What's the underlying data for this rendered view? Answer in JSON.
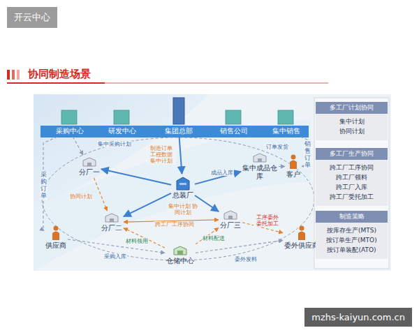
{
  "diagram": {
    "title": "协同制造场景",
    "nodes": [
      {
        "text": [
          "采购中心"
        ]
      },
      {
        "text": [
          "研发中心"
        ]
      },
      {
        "text": [
          "集团总部"
        ]
      },
      {
        "text": [
          "销售公司"
        ]
      },
      {
        "text": [
          "集中销售"
        ]
      },
      {
        "text": [
          "分厂一"
        ]
      },
      {
        "text": [
          "集中成品仓库"
        ]
      },
      {
        "text": [
          "客户"
        ]
      },
      {
        "text": [
          "总装厂"
        ]
      },
      {
        "text": [
          "分厂二"
        ]
      },
      {
        "text": [
          "分厂三"
        ]
      },
      {
        "text": [
          "供应商"
        ]
      },
      {
        "text": [
          "委外供应商"
        ]
      },
      {
        "text": [
          "仓储中心"
        ]
      },
      {
        "text": [
          "多工厂计划协同"
        ]
      },
      {
        "text": [
          "集中计划",
          "协同计划"
        ]
      },
      {
        "text": [
          "多工厂生产协同"
        ]
      },
      {
        "text": [
          "跨工厂工序协同",
          "跨工厂领料",
          "跨工厂入库",
          "跨工厂受托加工"
        ]
      },
      {
        "text": [
          "制造策略"
        ]
      },
      {
        "text": [
          "按库存生产(MTS)",
          "按订单生产(MTO)",
          "按订单装配(ATO)"
        ]
      }
    ],
    "edges": [
      {
        "from": 0,
        "to": 5,
        "label": "集中采购计划",
        "arrow": "to"
      },
      {
        "from": 2,
        "to": 8,
        "label": "制造订单 工程数据 集中计划",
        "arrow": "to"
      },
      {
        "from": 8,
        "to": 5,
        "arrow": "to"
      },
      {
        "from": 8,
        "to": 9,
        "arrow": "to"
      },
      {
        "from": 8,
        "to": 10,
        "arrow": "to"
      },
      {
        "from": 8,
        "to": 6,
        "label": "成品入库",
        "arrow": "to"
      },
      {
        "from": 6,
        "to": 7,
        "label": "订单发货",
        "arrow": "to"
      },
      {
        "from": 0,
        "to": 11,
        "label": "采购订单",
        "arrow": "to"
      },
      {
        "from": 4,
        "to": 7,
        "label": "销售订单",
        "arrow": "to"
      },
      {
        "from": 11,
        "to": 13,
        "label": "采购入库",
        "arrow": "to"
      },
      {
        "from": 13,
        "to": 9,
        "label": "材料领用",
        "arrow": "to"
      },
      {
        "from": 13,
        "to": 10,
        "label": "材料配送",
        "arrow": "to"
      },
      {
        "from": 13,
        "to": 12,
        "label": "委外发料",
        "arrow": "to"
      },
      {
        "from": 10,
        "to": 12,
        "label": "工序委外 委托加工",
        "arrow": "to"
      },
      {
        "from": 9,
        "to": 10,
        "label": "跨工厂工序协同",
        "arrow": "both"
      },
      {
        "from": 5,
        "to": 9,
        "label": "协同计划",
        "arrow": "to"
      }
    ],
    "labels": [
      "开云中心",
      "mzhs-kaiyun.com.cn",
      "集中计划 协同计划"
    ]
  }
}
